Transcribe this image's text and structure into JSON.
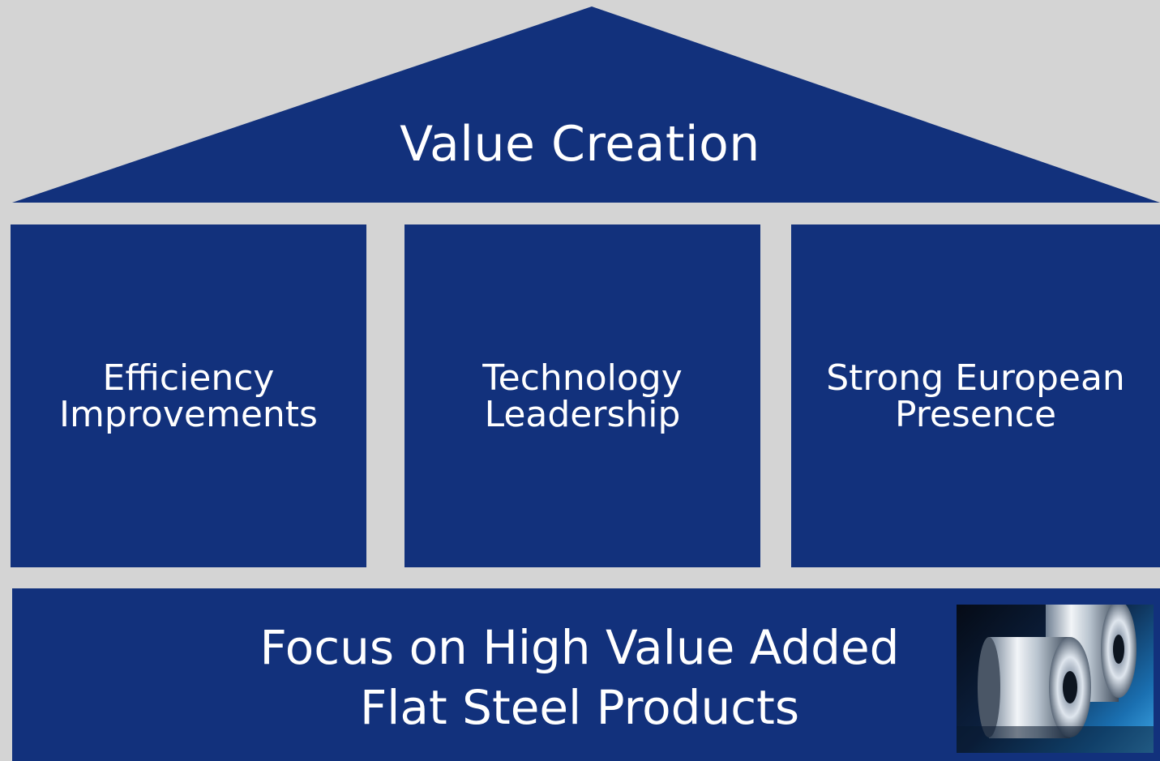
{
  "roof": {
    "title": "Value Creation",
    "color": "#12317c"
  },
  "pillars": [
    {
      "line1": "Efficiency",
      "line2": "Improvements"
    },
    {
      "line1": "Technology",
      "line2": "Leadership"
    },
    {
      "line1": "Strong European",
      "line2": "Presence"
    }
  ],
  "foundation": {
    "line1": "Focus on High Value Added",
    "line2": "Flat Steel Products",
    "image": "steel-coils-photo"
  },
  "colors": {
    "background": "#d4d4d4",
    "block": "#12317c",
    "text": "#ffffff"
  }
}
